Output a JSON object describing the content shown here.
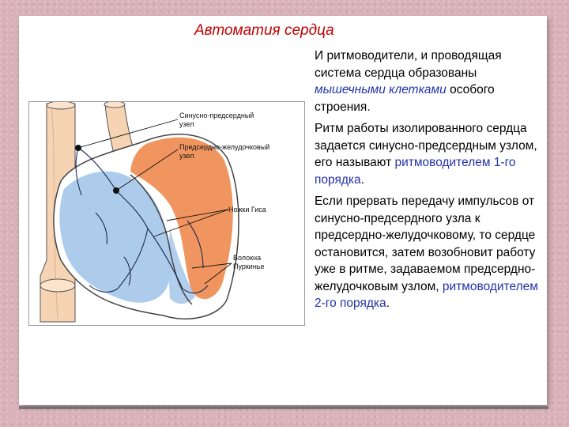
{
  "slide": {
    "title": "Автоматия сердца",
    "paragraphs": [
      {
        "segments": [
          {
            "text": "И ритмоводители, и проводящая система сердца образованы ",
            "style": "normal"
          },
          {
            "text": "мышечными клетками",
            "style": "highlight-italic"
          },
          {
            "text": " особого строения.",
            "style": "normal"
          }
        ]
      },
      {
        "segments": [
          {
            "text": "Ритм работы изолированного сердца задается синусно-предсердным узлом, его называют ",
            "style": "normal"
          },
          {
            "text": "ритмоводителем 1-го порядка",
            "style": "highlight"
          },
          {
            "text": ".",
            "style": "normal"
          }
        ]
      },
      {
        "segments": [
          {
            "text": "Если прервать передачу импульсов от синусно-предсердного узла к предсердно-желудочковому, то сердце остановится, затем возобновит работу уже в ритме, задаваемом предсердно-желудочковым узлом, ",
            "style": "normal"
          },
          {
            "text": "ритмоводителем 2-го порядка",
            "style": "highlight"
          },
          {
            "text": ".",
            "style": "normal"
          }
        ]
      }
    ]
  },
  "figure": {
    "labels": {
      "sa_node": "Синусно-предсердный\nузел",
      "av_node": "Предсердно-желудочковый\nузел",
      "his_bundle": "Ножки Гиса",
      "purkinje": "Волокна\nПуркинье"
    }
  },
  "colors": {
    "title": "#c00000",
    "highlight": "#2233aa",
    "background": "#d9b3b9",
    "vessel": "#f6d3b2",
    "atrium_orange": "#ee8a4e",
    "ventricle_blue": "#a9c9ea"
  }
}
